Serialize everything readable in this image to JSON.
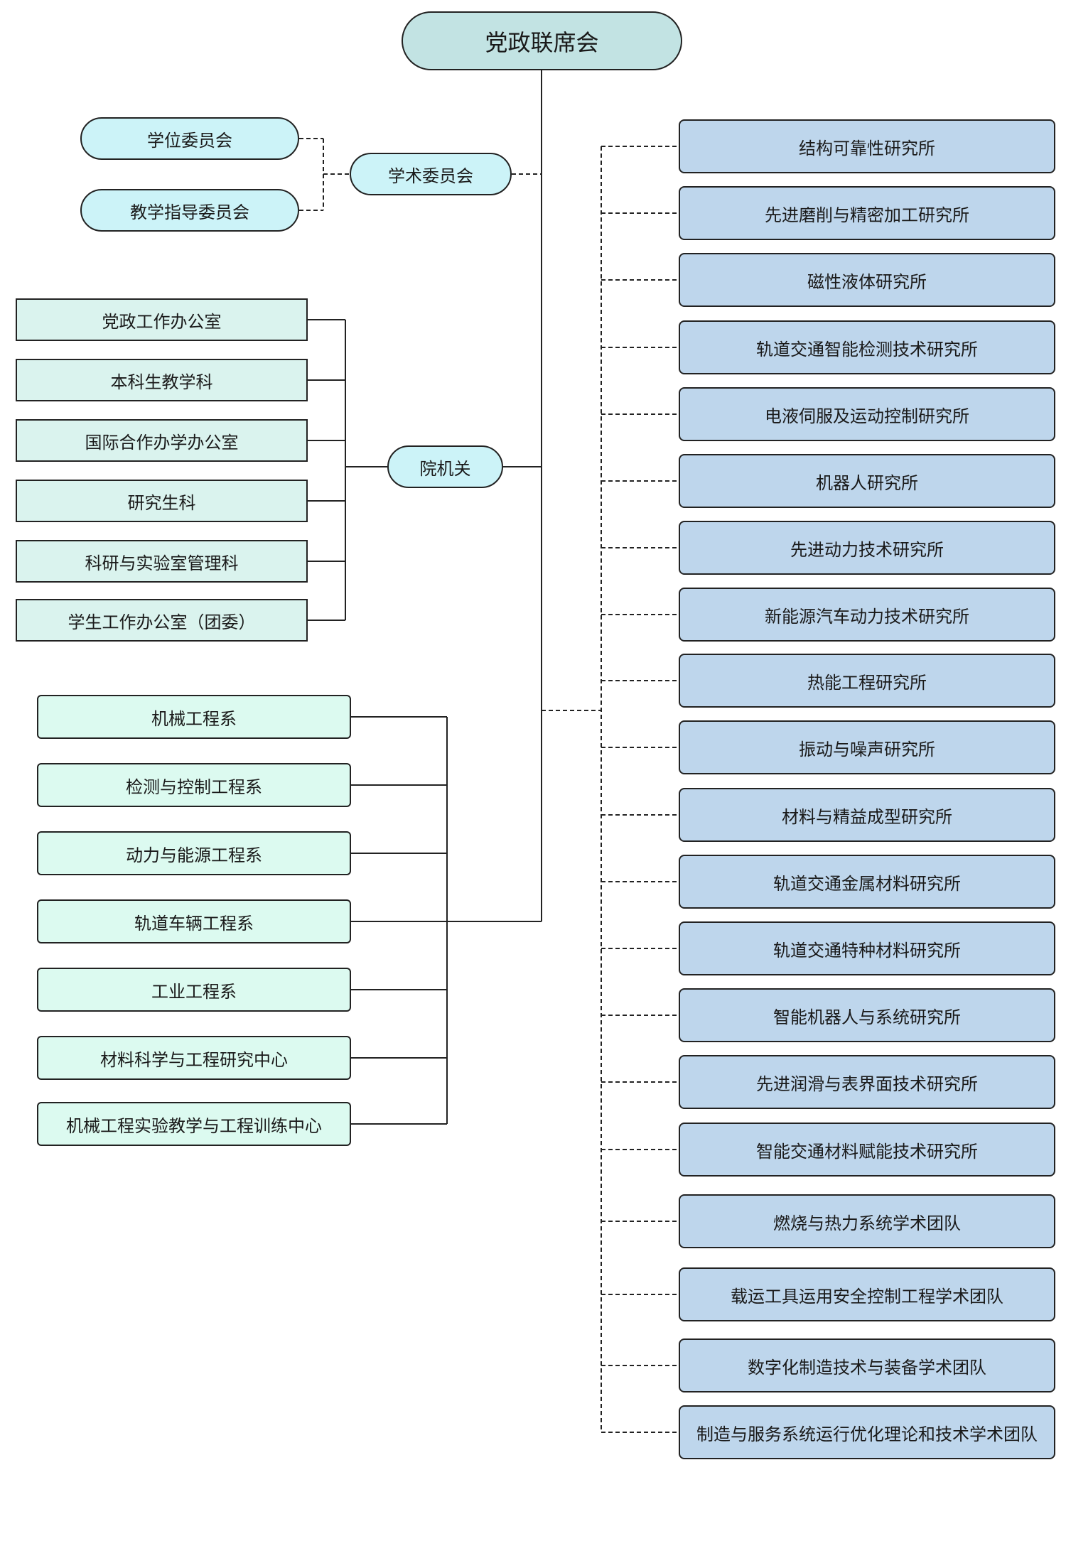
{
  "root": {
    "label": "党政联席会"
  },
  "academic_committee": {
    "label": "学术委员会",
    "children": [
      "学位委员会",
      "教学指导委员会"
    ]
  },
  "administration": {
    "label": "院机关",
    "offices": [
      "党政工作办公室",
      "本科生教学科",
      "国际合作办学办公室",
      "研究生科",
      "科研与实验室管理科",
      "学生工作办公室（团委）"
    ]
  },
  "departments": [
    "机械工程系",
    "检测与控制工程系",
    "动力与能源工程系",
    "轨道车辆工程系",
    "工业工程系",
    "材料科学与工程研究中心",
    "机械工程实验教学与工程训练中心"
  ],
  "institutes": [
    "结构可靠性研究所",
    "先进磨削与精密加工研究所",
    "磁性液体研究所",
    "轨道交通智能检测技术研究所",
    "电液伺服及运动控制研究所",
    "机器人研究所",
    "先进动力技术研究所",
    "新能源汽车动力技术研究所",
    "热能工程研究所",
    "振动与噪声研究所",
    "材料与精益成型研究所",
    "轨道交通金属材料研究所",
    "轨道交通特种材料研究所",
    "智能机器人与系统研究所",
    "先进润滑与表界面技术研究所",
    "智能交通材料赋能技术研究所",
    "燃烧与热力系统学术团队",
    "载运工具运用安全控制工程学术团队",
    "数字化制造技术与装备学术团队",
    "制造与服务系统运行优化理论和技术学术团队"
  ],
  "colors": {
    "root_fill": "#c2e3e3",
    "academic_fill": "#ccf3f8",
    "office_fill": "#daf3ee",
    "department_fill": "#dcfaf0",
    "institute_fill": "#bed6ec",
    "line": "#222222"
  }
}
